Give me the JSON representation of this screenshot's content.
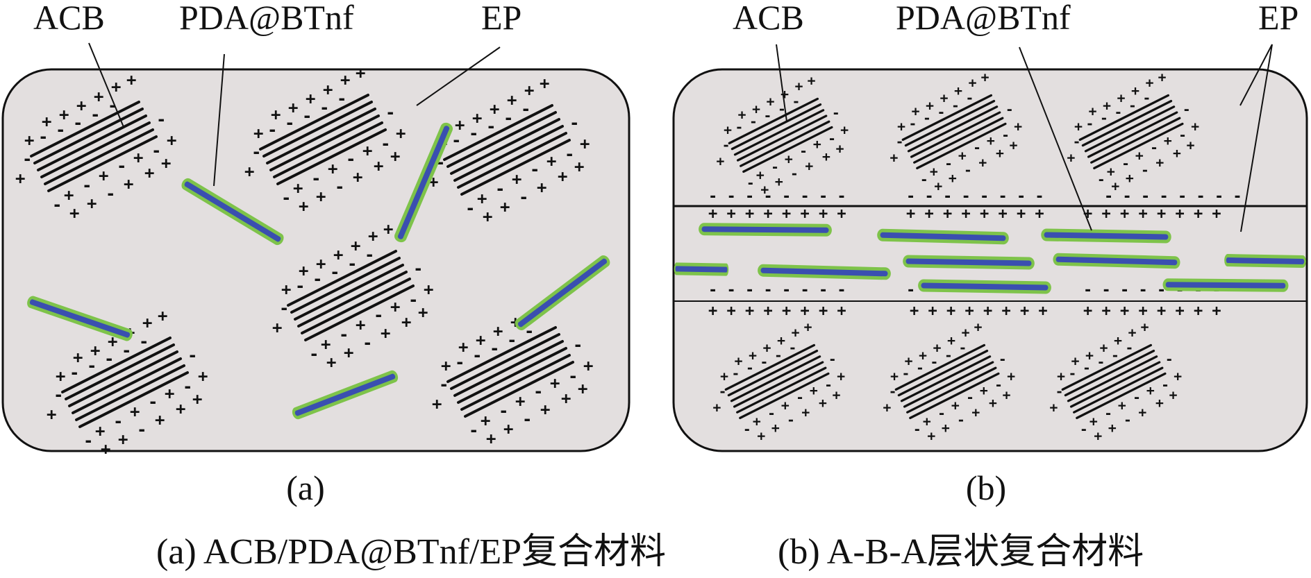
{
  "panel_a": {
    "labels": {
      "acb": "ACB",
      "filler": "PDA@BTnf",
      "matrix": "EP"
    },
    "sublabel": "(a)"
  },
  "panel_b": {
    "labels": {
      "acb": "ACB",
      "filler": "PDA@BTnf",
      "matrix": "EP"
    },
    "sublabel": "(b)",
    "charge_rows": {
      "minus": "- - - - - - - -",
      "plus": "+ + + + + + + +"
    }
  },
  "caption": {
    "a": "(a) ACB/PDA@BTnf/EP复合材料",
    "b": "(b) A-B-A层状复合材料"
  },
  "colors": {
    "matrix_fill": "#e3dfdf",
    "fiber_core": "#3a4fb0",
    "fiber_shell": "#7ec34a",
    "ink": "#111111"
  }
}
